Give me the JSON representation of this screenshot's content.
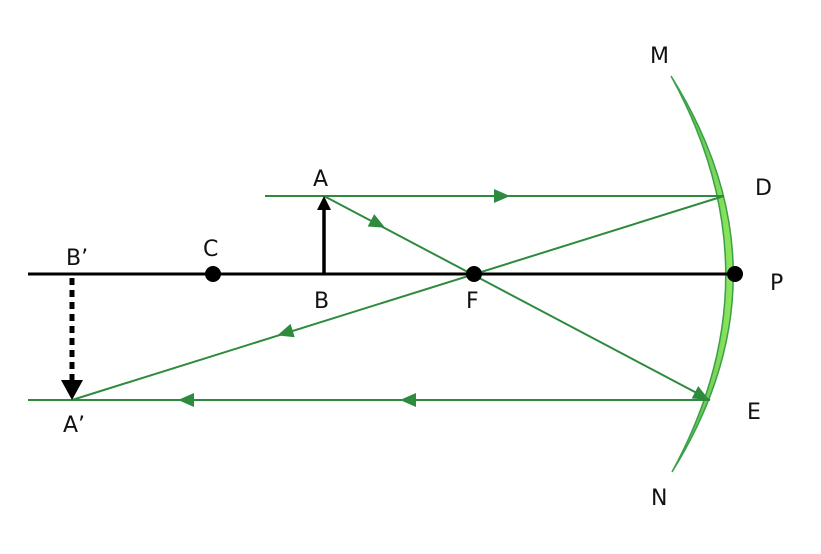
{
  "labels": {
    "M": "M",
    "A": "A",
    "D": "D",
    "C": "C",
    "B_prime": "B’",
    "B": "B",
    "F": "F",
    "P": "P",
    "E": "E",
    "A_prime": "A’",
    "N": "N"
  },
  "colors": {
    "ray": "#2e8b3e",
    "mirror_fill": "#7ed957",
    "mirror_edge": "#3aa04a",
    "axis": "#000000"
  }
}
